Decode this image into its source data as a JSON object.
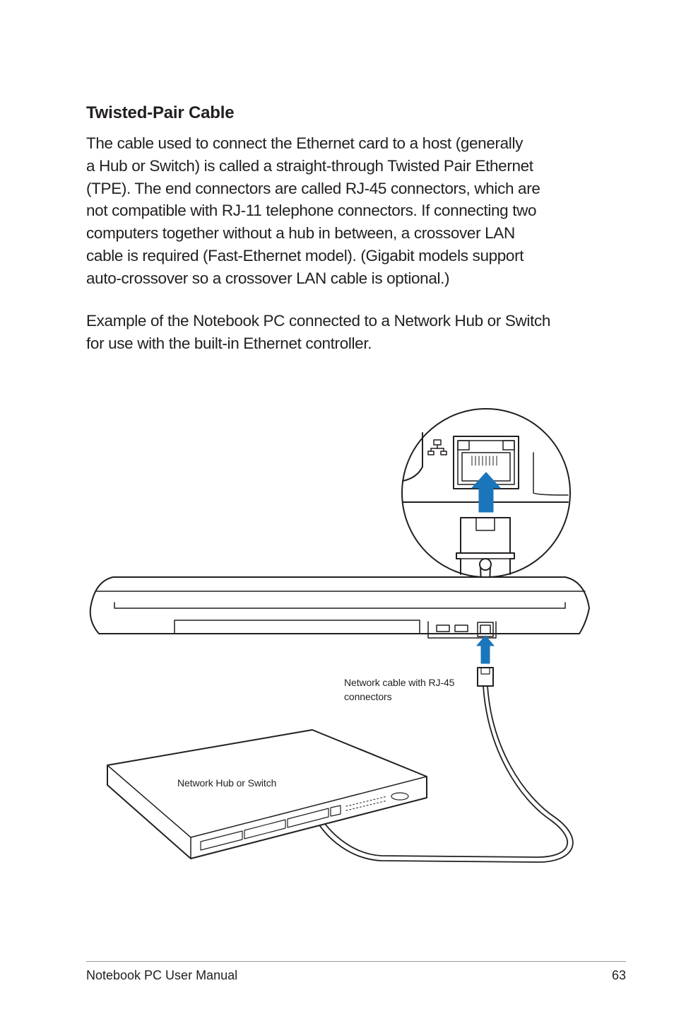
{
  "heading": "Twisted-Pair Cable",
  "paragraph1": [
    "The cable used to connect the Ethernet card to a host (generally",
    "a Hub or Switch) is called a straight-through Twisted Pair Ethernet",
    "(TPE). The end connectors are called RJ-45 connectors, which are",
    "not compatible with RJ-11 telephone connectors. If connecting two",
    "computers together without a hub in between, a crossover LAN",
    "cable is required (Fast-Ethernet model). (Gigabit models support",
    "auto-crossover so a crossover LAN cable is optional.)"
  ],
  "paragraph2": [
    "Example of the Notebook PC connected to a Network Hub or Switch",
    "for use with the built-in Ethernet controller."
  ],
  "figure": {
    "cable_label": "Network cable with RJ-45 connectors",
    "hub_label": "Network Hub or Switch",
    "icons": [
      "network-icon",
      "usb-icon"
    ],
    "arrow_color": "#1b75bb"
  },
  "footer": {
    "title": "Notebook PC User Manual",
    "page_number": "63"
  }
}
